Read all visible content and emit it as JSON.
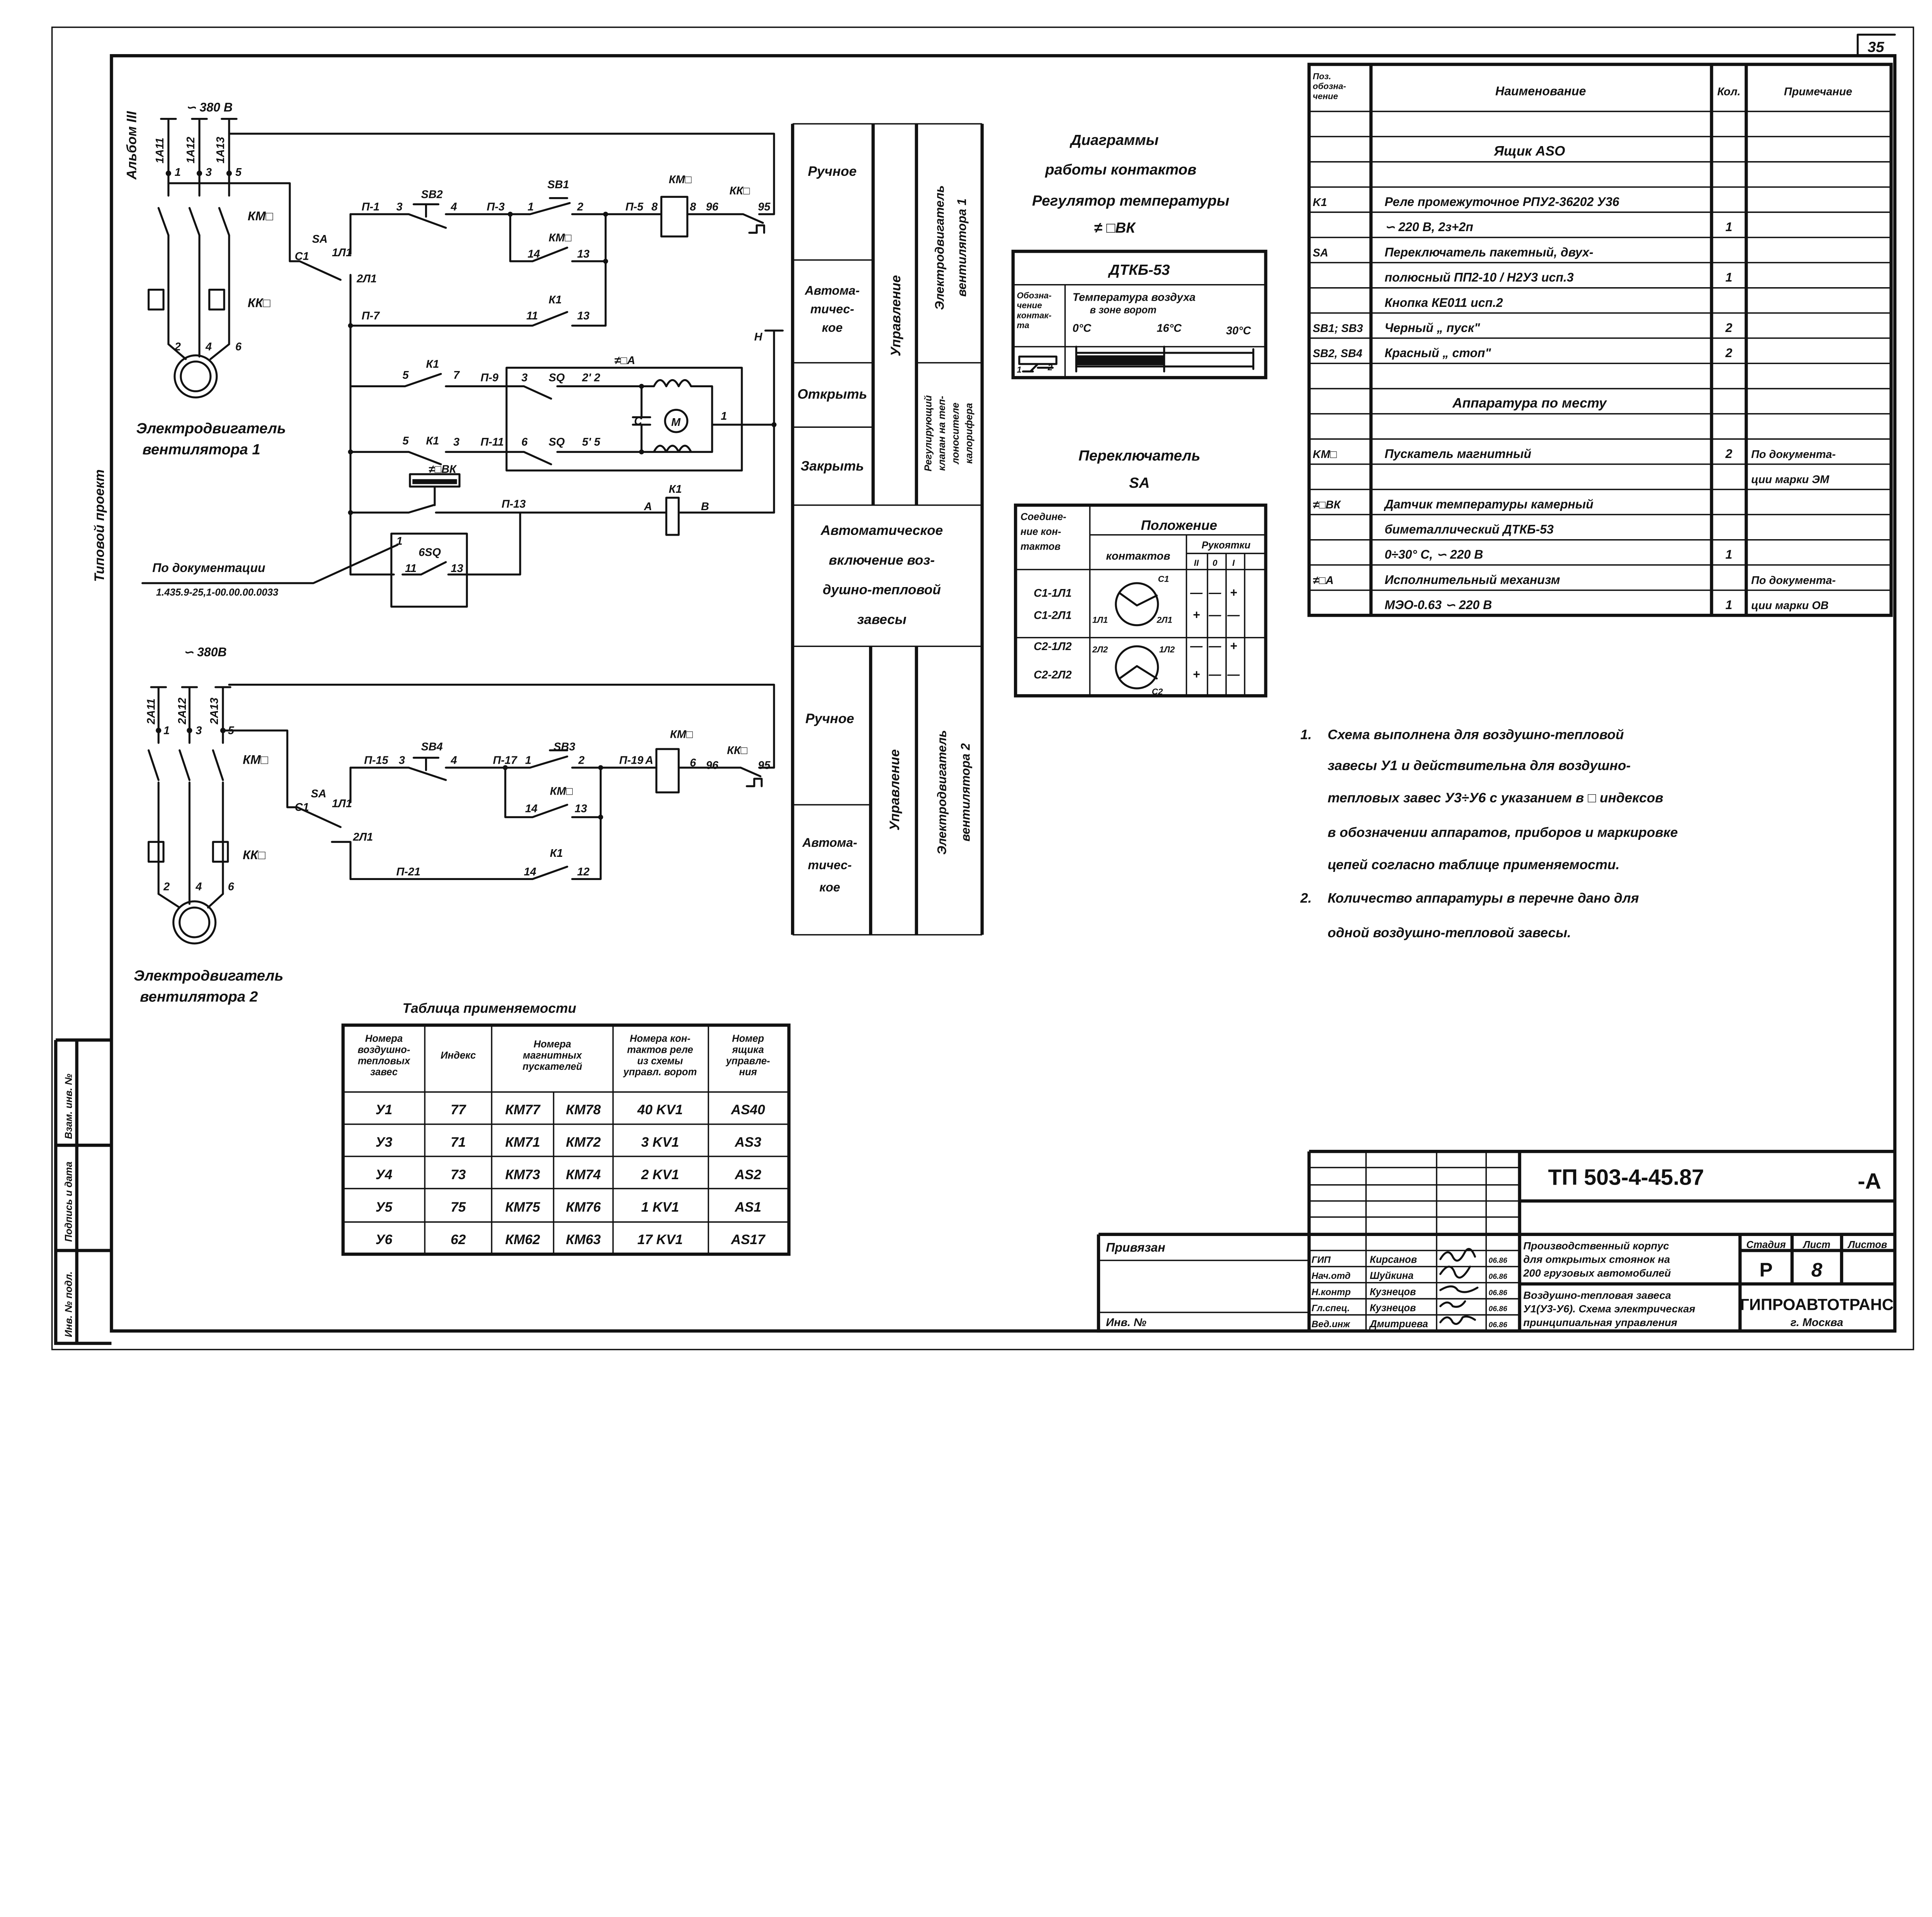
{
  "sheet_number": "35",
  "side_labels": {
    "album": "Альбом III",
    "project": "Типовой проект"
  },
  "stamp_left": [
    "Инв. № подл.",
    "Подпись и дата",
    "Взам. инв. №"
  ],
  "schematic1": {
    "voltage": "∽ 380 В",
    "phases": [
      "1А11",
      "1А12",
      "1А13"
    ],
    "terminals_top": [
      "1",
      "3",
      "5"
    ],
    "terminals_bottom": [
      "2",
      "4",
      "6"
    ],
    "km": "КМ□",
    "kk": "КК□",
    "motor_caption": [
      "Электродвигатель",
      "вентилятора 1"
    ],
    "labels": [
      "С1",
      "SA",
      "1Л1",
      "2Л1",
      "П-1",
      "3",
      "SB2",
      "4",
      "П-3",
      "1",
      "SB1",
      "2",
      "П-5",
      "8",
      "КМ□",
      "8",
      "96",
      "КК□",
      "95",
      "КМ□",
      "14",
      "13",
      "П-7",
      "К1",
      "11",
      "13",
      "Н",
      "5",
      "К1",
      "7",
      "П-9",
      "≠□А",
      "3",
      "SQ",
      "2' 2",
      "С",
      "М",
      "1",
      "5",
      "К1",
      "3",
      "П-11",
      "6",
      "SQ",
      "5' 5",
      "≠□ВК",
      "П-13",
      "А",
      "К1",
      "В",
      "6SQ",
      "11",
      "13",
      "1",
      "По документации",
      "1.435.9-25,1-00.00.00.0033"
    ]
  },
  "schematic2": {
    "voltage": "∽ 380В",
    "phases": [
      "2А11",
      "2А12",
      "2А13"
    ],
    "terminals_top": [
      "1",
      "3",
      "5"
    ],
    "terminals_bottom": [
      "2",
      "4",
      "6"
    ],
    "km": "КМ□",
    "kk": "КК□",
    "motor_caption": [
      "Электродвигатель",
      "вентилятора 2"
    ],
    "labels": [
      "SA",
      "С1",
      "1Л1",
      "2Л1",
      "П-15",
      "3",
      "SB4",
      "4",
      "П-17",
      "1",
      "SB3",
      "2",
      "П-19",
      "А",
      "КМ□",
      "6",
      "96",
      "КК□",
      "95",
      "КМ□",
      "14",
      "13",
      "К1",
      "14",
      "12",
      "П-21"
    ]
  },
  "modes": {
    "manual_1": "Ручное",
    "auto_1": [
      "Автома-",
      "тичес-",
      "кое"
    ],
    "open": "Открыть",
    "close": "Закрыть",
    "control_1": "Управление",
    "motor_1": [
      "Электродвигатель",
      "вентилятора 1"
    ],
    "valve": [
      "Регулирующий",
      "клапан на теп-",
      "лоносителе",
      "калорифера"
    ],
    "auto_on": [
      "Автоматическое",
      "включение воз-",
      "душно-тепловой",
      "завесы"
    ],
    "manual_2": "Ручное",
    "auto_2": [
      "Автома-",
      "тичес-",
      "кое"
    ],
    "control_2": "Управление",
    "motor_2": [
      "Электродвигатель",
      "вентилятора 2"
    ]
  },
  "contact_diagrams": {
    "title": [
      "Диаграммы",
      "работы   контактов",
      "Регулятор   температуры",
      "≠ □ВК"
    ],
    "device": "ДТКБ-53",
    "col_designation": [
      "Обозна-",
      "чение",
      "контак-",
      "та"
    ],
    "col_temp": [
      "Температура   воздуха",
      "в зоне   ворот"
    ],
    "ticks": [
      "0°С",
      "16°С",
      "30°С"
    ],
    "contact_terminals": [
      "1",
      "2"
    ],
    "closed_range_c": [
      0,
      16
    ],
    "scale_range_c": [
      0,
      30
    ]
  },
  "switch_sa": {
    "title": [
      "Переключатель",
      "SA"
    ],
    "col_connection": [
      "Соедине-",
      "ние кон-",
      "тактов"
    ],
    "col_position": "Положение",
    "col_contacts": "контактов",
    "col_handle": "Рукоятки",
    "handle_positions": [
      "II",
      "0",
      "I"
    ],
    "rows": [
      {
        "conn": "С1-1Л1",
        "marks": [
          "—",
          "—",
          "+"
        ]
      },
      {
        "conn": "С1-2Л1",
        "marks": [
          "+",
          "—",
          "—"
        ]
      },
      {
        "conn": "С2-1Л2",
        "marks": [
          "—",
          "—",
          "+"
        ]
      },
      {
        "conn": "С2-2Л2",
        "marks": [
          "+",
          "—",
          "—"
        ]
      }
    ],
    "circle_labels": [
      "С1",
      "1Л1",
      "2Л1",
      "2Л2",
      "1Л2",
      "С2"
    ]
  },
  "spec_table": {
    "headers": [
      "Поз. обозна- чение",
      "Наименование",
      "Кол.",
      "Примечание"
    ],
    "header_pos_lines": [
      "Поз.",
      "обозна-",
      "чение"
    ],
    "rows": [
      [
        "",
        "",
        "",
        ""
      ],
      [
        "",
        "Ящик ASO",
        "",
        ""
      ],
      [
        "",
        "",
        "",
        ""
      ],
      [
        "K1",
        "Реле   промежуточное РПУ2-36202 У36",
        "",
        ""
      ],
      [
        "",
        "∽ 220 В,  2з+2п",
        "1",
        ""
      ],
      [
        "SA",
        "Переключатель  пакетный, двух-",
        "",
        ""
      ],
      [
        "",
        "полюсный  ПП2-10 / Н2У3  исп.3",
        "1",
        ""
      ],
      [
        "",
        "Кнопка  КЕ011  исп.2",
        "",
        ""
      ],
      [
        "SB1; SB3",
        "Черный „ пуск\"",
        "2",
        ""
      ],
      [
        "SB2, SB4",
        "Красный  „ стоп\"",
        "2",
        ""
      ],
      [
        "",
        "",
        "",
        ""
      ],
      [
        "",
        "Аппаратура   по месту",
        "",
        ""
      ],
      [
        "",
        "",
        "",
        ""
      ],
      [
        "KM□",
        "Пускатель     магнитный",
        "2",
        "По документа-"
      ],
      [
        "",
        "",
        "",
        "ции марки ЭМ"
      ],
      [
        "≠□ВК",
        "Датчик  температуры камерный",
        "",
        ""
      ],
      [
        "",
        "биметаллический   ДТКБ-53",
        "",
        ""
      ],
      [
        "",
        "0÷30° С,  ∽ 220 В",
        "1",
        ""
      ],
      [
        "≠□А",
        "Исполнительный    механизм",
        "",
        "По документа-"
      ],
      [
        "",
        "МЭО-0.63  ∽ 220 В",
        "1",
        "ции марки ОВ"
      ]
    ]
  },
  "notes": [
    {
      "num": "1.",
      "lines": [
        "Схема  выполнена  для  воздушно-тепловой",
        "завесы  У1  и  действительна для воздушно-",
        "тепловых  завес  У3÷У6  с указанием  в □ индексов",
        "в обозначении  аппаратов, приборов и маркировке",
        "цепей  согласно  таблице  применяемости."
      ]
    },
    {
      "num": "2.",
      "lines": [
        "Количество  аппаратуры в перечне дано для",
        "одной  воздушно-тепловой  завесы."
      ]
    }
  ],
  "applicability": {
    "title": "Таблица   применяемости",
    "headers": [
      [
        "Номера",
        "воздушно-",
        "тепловых",
        "завес"
      ],
      [
        "Индекс"
      ],
      [
        "Номера",
        "магнитных",
        "пускателей"
      ],
      [
        "Номера кон-",
        "тактов реле",
        "из схемы",
        "управл. ворот"
      ],
      [
        "Номер",
        "ящика",
        "управле-",
        "ния"
      ]
    ],
    "rows": [
      [
        "У1",
        "77",
        "КМ77",
        "КМ78",
        "40 KV1",
        "AS40"
      ],
      [
        "У3",
        "71",
        "КМ71",
        "КМ72",
        "3 KV1",
        "AS3"
      ],
      [
        "У4",
        "73",
        "КМ73",
        "КМ74",
        "2 KV1",
        "AS2"
      ],
      [
        "У5",
        "75",
        "КМ75",
        "КМ76",
        "1 KV1",
        "AS1"
      ],
      [
        "У6",
        "62",
        "КМ62",
        "КМ63",
        "17 KV1",
        "AS17"
      ]
    ]
  },
  "title_block": {
    "designation": "ТП 503-4-45.87",
    "suffix": "-А",
    "attached": "Привязан",
    "inv_no": "Инв. №",
    "object": [
      "Производственный корпус",
      "для открытых стоянок на",
      "200 грузовых автомобилей"
    ],
    "sheet_title": [
      "Воздушно-тепловая завеса",
      "У1(У3-У6). Схема электрическая",
      "принципиальная управления"
    ],
    "stage_label": "Стадия",
    "sheet_label": "Лист",
    "sheets_label": "Листов",
    "stage": "Р",
    "sheet": "8",
    "sheets": "",
    "organization": "ГИПРОАВТОТРАНС",
    "city": "г. Москва",
    "signatures": [
      {
        "role": "ГИП",
        "name": "Кирсанов",
        "date": "06.86"
      },
      {
        "role": "Нач.отд",
        "name": "Шуйкина",
        "date": "06.86"
      },
      {
        "role": "Н.контр",
        "name": "Кузнецов",
        "date": "06.86"
      },
      {
        "role": "Гл.спец.",
        "name": "Кузнецов",
        "date": "06.86"
      },
      {
        "role": "Вед.инж",
        "name": "Дмитриева",
        "date": "06.86"
      }
    ]
  }
}
